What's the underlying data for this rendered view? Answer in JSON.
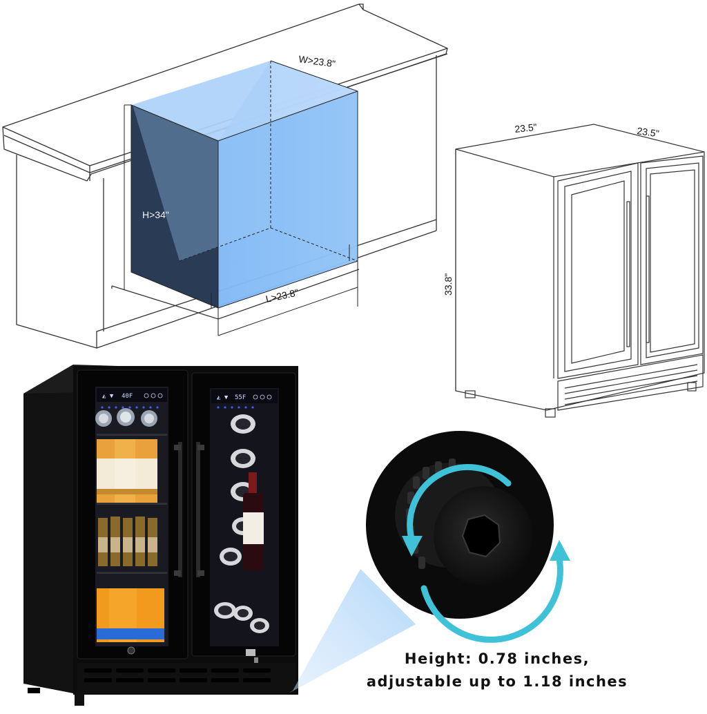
{
  "cabinet_opening": {
    "width_label": "W>23.8\"",
    "height_label": "H>34\"",
    "length_label": "L>23.8\""
  },
  "fridge_dimensions": {
    "width_label": "23.5\"",
    "depth_label": "23.5\"",
    "height_label": "33.8\""
  },
  "fridge_displays": {
    "left_temp": "40F",
    "right_temp": "55F"
  },
  "leg_caption": {
    "line1": "Height: 0.78 inches,",
    "line2": "adjustable up to 1.18 inches"
  },
  "colors": {
    "opening_dark": "#2a3c55",
    "opening_light": "#7fb6f5",
    "rotation_arrow": "#3fc2d8",
    "fridge_body": "#0c0c0c"
  }
}
